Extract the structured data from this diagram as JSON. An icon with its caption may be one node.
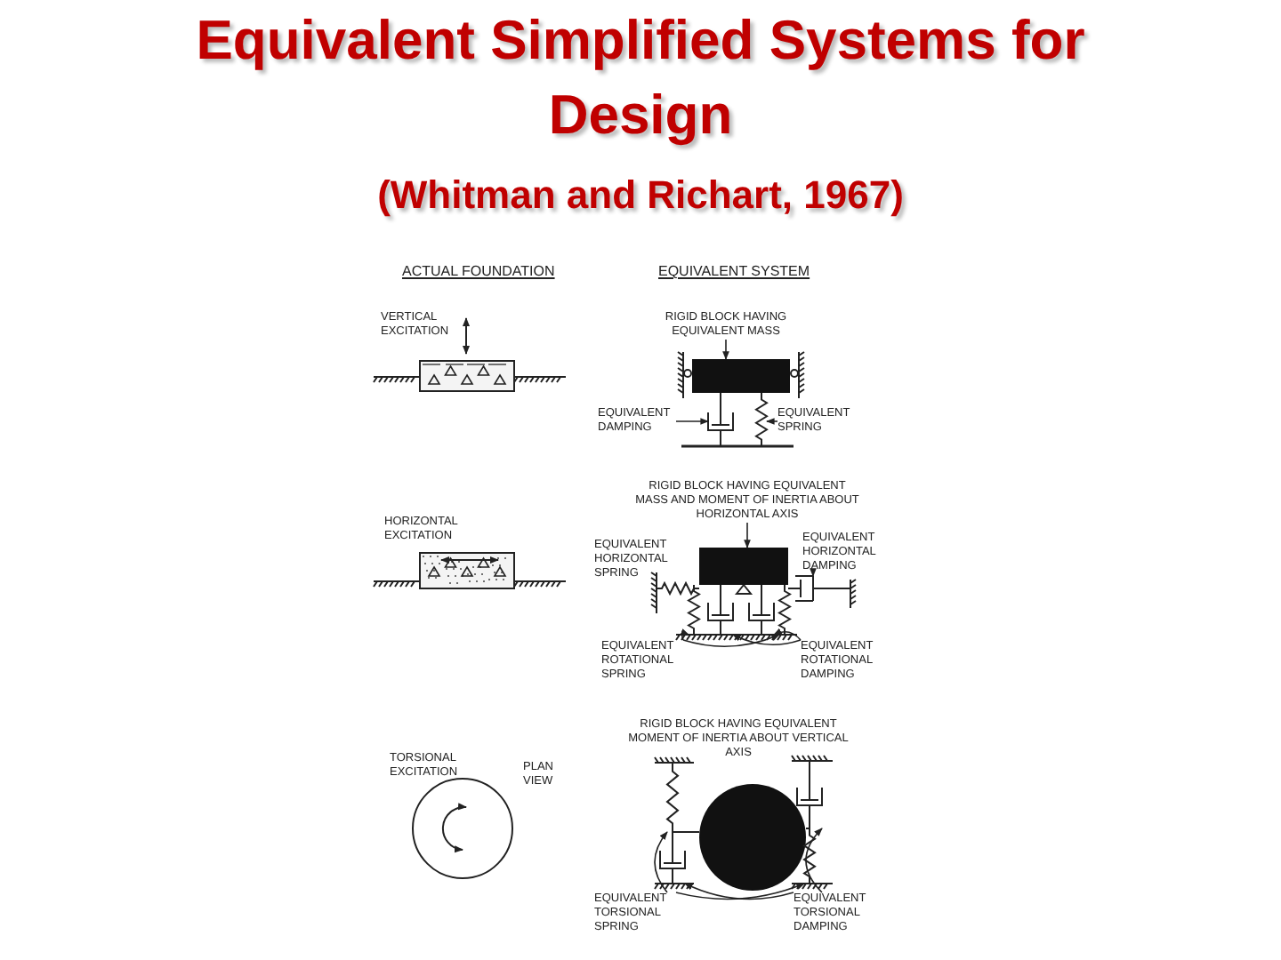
{
  "diagram": {
    "title": "Equivalent Simplified Systems for Design",
    "nodes": [
      {
        "text": [
          "RIGID BLOCK HAVING EQUIVALENT MASS"
        ]
      },
      {
        "text": [
          "EQUIVALENT DAMPING"
        ]
      },
      {
        "text": [
          "EQUIVALENT SPRING"
        ]
      },
      {
        "text": [
          "RIGID BLOCK HAVING EQUIVALENT MASS AND MOMENT OF INERTIA ABOUT HORIZONTAL AXIS"
        ]
      },
      {
        "text": [
          "EQUIVALENT HORIZONTAL DAMPING"
        ]
      },
      {
        "text": [
          "EQUIVALENT ROTATIONAL SPRING"
        ]
      },
      {
        "text": [
          "EQUIVALENT ROTATIONAL DAMPING"
        ]
      },
      {
        "text": [
          "EQUIVALENT TORSIONAL SPRING"
        ]
      },
      {
        "text": [
          "EQUIVALENT TORSIONAL DAMPING"
        ]
      },
      {
        "text": [],
        "shape": "box"
      },
      {
        "text": [],
        "shape": "dashpot"
      },
      {
        "text": [],
        "shape": "spring"
      },
      {
        "text": [],
        "shape": "box"
      },
      {
        "text": [],
        "shape": "dashpot"
      },
      {
        "text": [],
        "shape": "spring"
      },
      {
        "text": [],
        "shape": "dashpot"
      },
      {
        "text": [],
        "shape": "dashpot"
      },
      {
        "text": [],
        "shape": "spring"
      },
      {
        "text": [],
        "shape": "circle"
      },
      {
        "text": [],
        "shape": "spring"
      },
      {
        "text": [],
        "shape": "dashpot"
      },
      {
        "text": [],
        "shape": "dashpot"
      },
      {
        "text": [],
        "shape": "spring"
      }
    ],
    "edges": [
      {
        "from": 0,
        "to": 9,
        "arrow": "to"
      },
      {
        "from": 1,
        "to": 10,
        "arrow": "to"
      },
      {
        "from": 2,
        "to": 11,
        "arrow": "to"
      },
      {
        "from": 3,
        "to": 12,
        "arrow": "to"
      },
      {
        "from": 4,
        "to": 13,
        "arrow": "to"
      },
      {
        "from": 5,
        "to": 14,
        "arrow": "to"
      },
      {
        "from": 5,
        "to": 17,
        "arrow": "to"
      },
      {
        "from": 6,
        "to": 16,
        "arrow": "to"
      },
      {
        "from": 6,
        "to": 15,
        "arrow": "to"
      },
      {
        "from": 7,
        "to": 19,
        "arrow": "to"
      },
      {
        "from": 7,
        "to": 22,
        "arrow": "to"
      },
      {
        "from": 8,
        "to": 20,
        "arrow": "to"
      },
      {
        "from": 8,
        "to": 21,
        "arrow": "to"
      }
    ],
    "labels": [
      "(Whitman and Richart, 1967)",
      "ACTUAL FOUNDATION",
      "EQUIVALENT SYSTEM",
      "VERTICAL EXCITATION",
      "HORIZONTAL EXCITATION",
      "EQUIVALENT HORIZONTAL SPRING",
      "TORSIONAL EXCITATION",
      "PLAN VIEW",
      "RIGID BLOCK HAVING EQUIVALENT MOMENT OF INERTIA ABOUT VERTICAL AXIS"
    ]
  }
}
